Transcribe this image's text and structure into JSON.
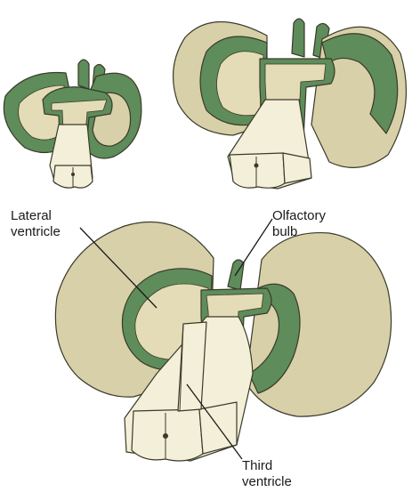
{
  "labels": {
    "lateral_ventricle": [
      "Lateral",
      "ventricle"
    ],
    "olfactory_bulb": [
      "Olfactory",
      "bulb"
    ],
    "third_ventricle": [
      "Third",
      "ventricle"
    ]
  },
  "colors": {
    "hemisphere": "#d8d0a8",
    "hemisphere_shade": "#c6bd8f",
    "cortex": "#5e8c5a",
    "cavity": "#e4dcb6",
    "stem": "#f3efd8",
    "outline": "#3a3a2a"
  }
}
